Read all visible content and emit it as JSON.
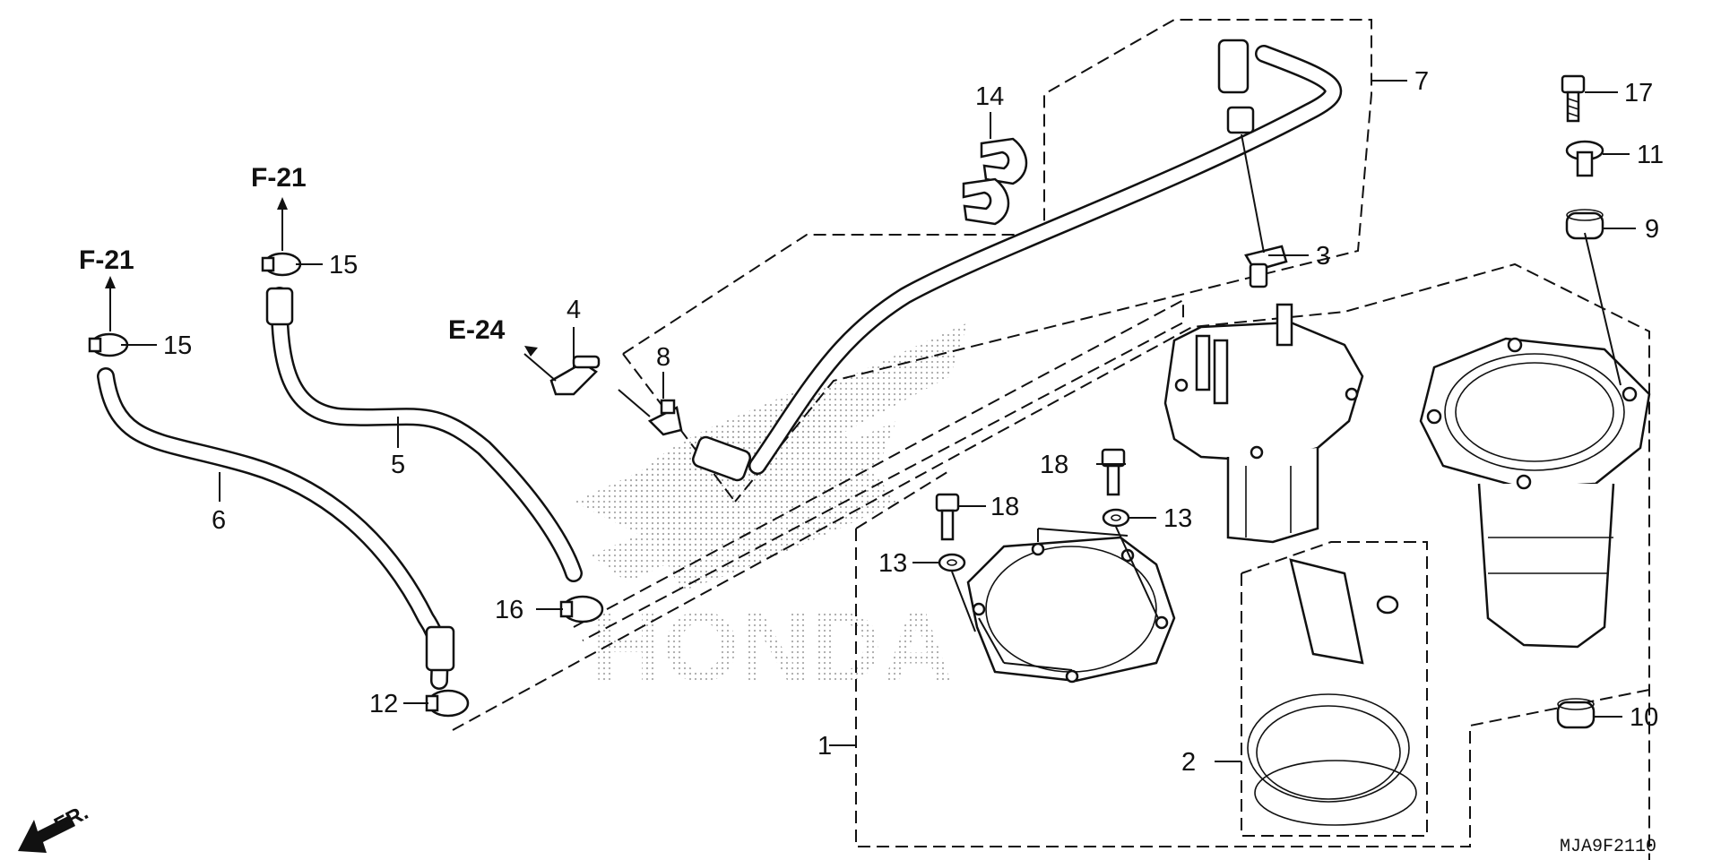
{
  "diagram": {
    "part_labels": {
      "p1": "1",
      "p2": "2",
      "p3": "3",
      "p4": "4",
      "p5": "5",
      "p6": "6",
      "p7": "7",
      "p8": "8",
      "p9": "9",
      "p10": "10",
      "p11": "11",
      "p12": "12",
      "p13a": "13",
      "p13b": "13",
      "p14": "14",
      "p15a": "15",
      "p15b": "15",
      "p16": "16",
      "p17": "17",
      "p18a": "18",
      "p18b": "18"
    },
    "references": {
      "f21_left": "F-21",
      "f21_right": "F-21",
      "e24": "E-24"
    },
    "front_indicator": "FR.",
    "drawing_code": "MJA9F2110",
    "watermark": "HONDA"
  }
}
